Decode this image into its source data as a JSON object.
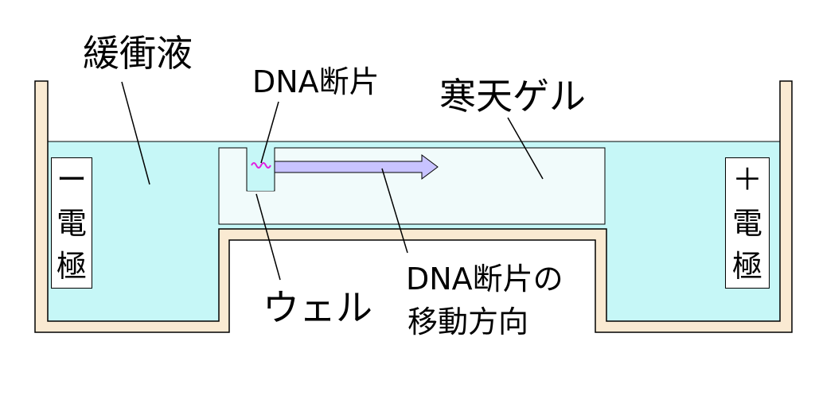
{
  "labels": {
    "buffer": "緩衝液",
    "dna_fragment": "DNA断片",
    "agarose_gel": "寒天ゲル",
    "well": "ウェル",
    "direction_line1": "DNA断片の",
    "direction_line2": "移動方向"
  },
  "electrodes": {
    "negative": [
      "ー",
      "電",
      "極"
    ],
    "positive": [
      "＋",
      "電",
      "極"
    ]
  },
  "colors": {
    "buffer": "#c6f7f7",
    "tank_wall": "#faead2",
    "gel": "#f1fbfb",
    "arrow": "#c8c3ff",
    "dna_squiggle": "#e020e0"
  }
}
